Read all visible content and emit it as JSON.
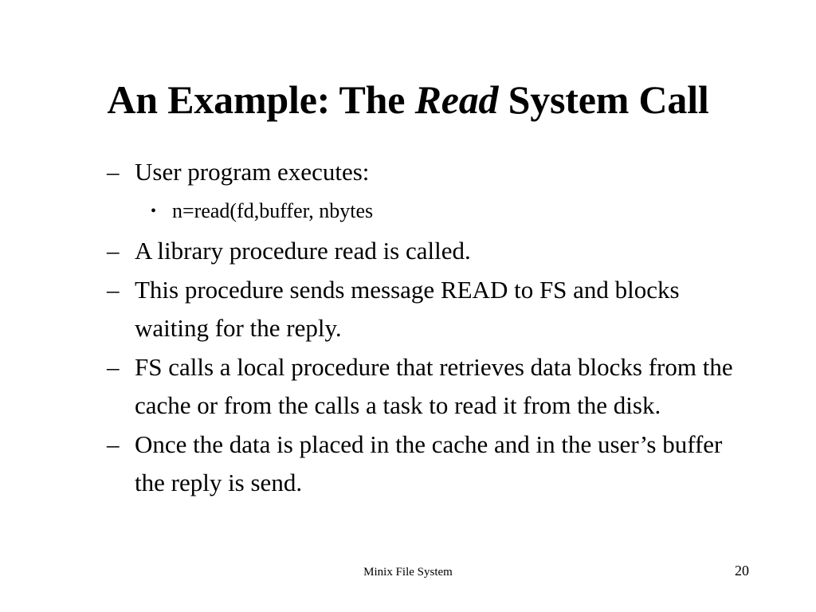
{
  "slide": {
    "title": {
      "before_emphasis": "An Example: The ",
      "emphasis": "Read",
      "after_emphasis": " System Call"
    },
    "bullets": [
      {
        "level": 1,
        "marker": "–",
        "text": "User program executes:"
      },
      {
        "level": 2,
        "marker": "•",
        "text": "n=read(fd,buffer, nbytes"
      },
      {
        "level": 1,
        "marker": "–",
        "text": "A library procedure read is called."
      },
      {
        "level": 1,
        "marker": "–",
        "text": "This procedure sends message READ to FS and blocks waiting for the reply."
      },
      {
        "level": 1,
        "marker": "–",
        "text": "FS calls a local procedure that retrieves data blocks from the cache or from the calls a task to read it from the disk."
      },
      {
        "level": 1,
        "marker": "–",
        "text": "Once the data is placed in the cache and in the user’s buffer the reply is send."
      }
    ],
    "footer": {
      "label": "Minix File System",
      "page_number": "20"
    },
    "colors": {
      "background": "#ffffff",
      "text": "#000000"
    }
  }
}
